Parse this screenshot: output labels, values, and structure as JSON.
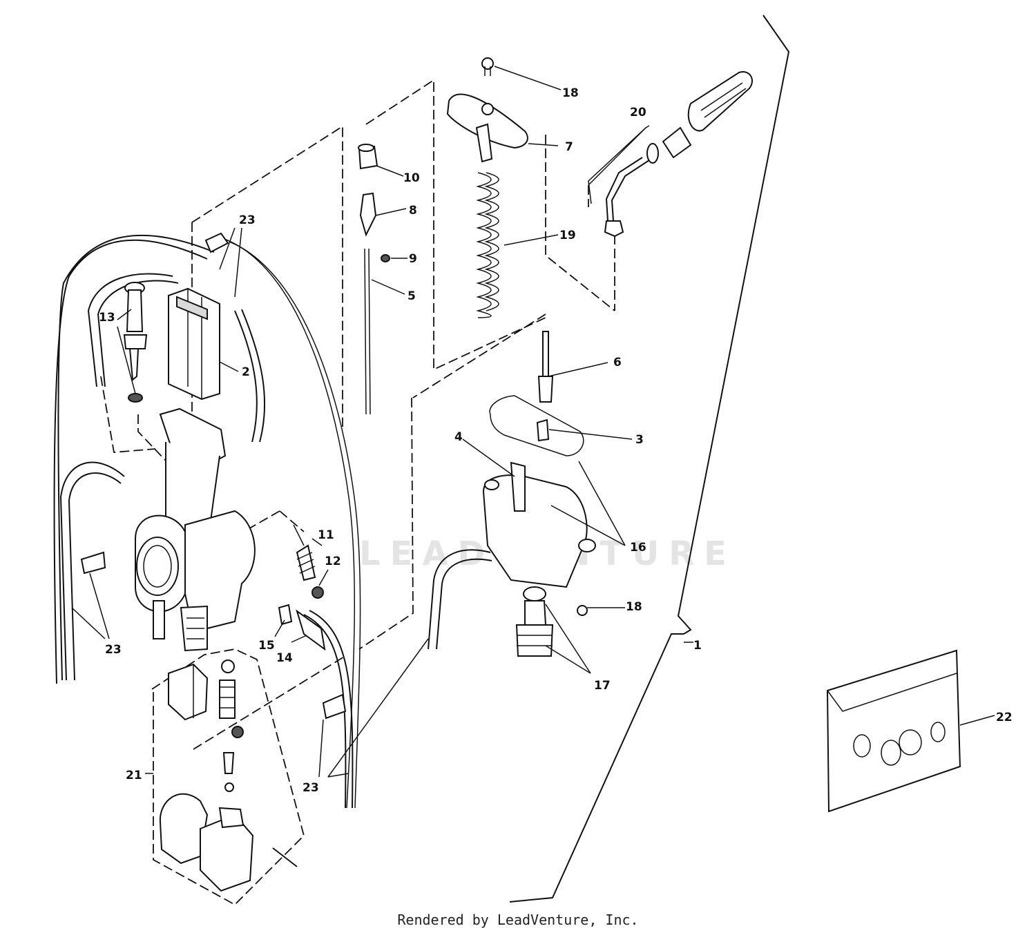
{
  "diagram": {
    "watermark": "LEADVENTURE",
    "footer": "Rendered by LeadVenture, Inc.",
    "callouts": {
      "c1": "1",
      "c2": "2",
      "c3": "3",
      "c4": "4",
      "c5": "5",
      "c6": "6",
      "c7": "7",
      "c8": "8",
      "c9": "9",
      "c10": "10",
      "c11": "11",
      "c12": "12",
      "c13": "13",
      "c14": "14",
      "c15": "15",
      "c16": "16",
      "c17": "17",
      "c18a": "18",
      "c18b": "18",
      "c19": "19",
      "c20": "20",
      "c21": "21",
      "c22": "22",
      "c23a": "23",
      "c23b": "23",
      "c23c": "23"
    }
  }
}
